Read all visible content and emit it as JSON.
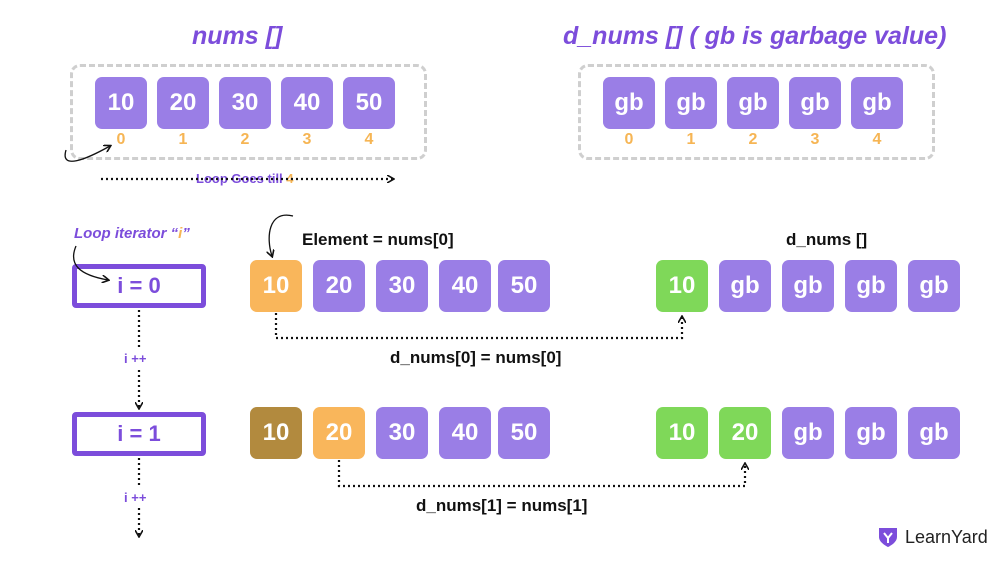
{
  "titles": {
    "nums": "nums []",
    "d_nums": "d_nums [] ( gb is garbage value)"
  },
  "top_nums": [
    "10",
    "20",
    "30",
    "40",
    "50"
  ],
  "top_d_nums": [
    "gb",
    "gb",
    "gb",
    "gb",
    "gb"
  ],
  "indices": [
    "0",
    "1",
    "2",
    "3",
    "4"
  ],
  "loop_note": {
    "prefix": "Loop Goes till ",
    "value": "4"
  },
  "iterator_label": {
    "prefix": "Loop iterator “",
    "var": "i",
    "suffix": "”"
  },
  "element_label": "Element = nums[0]",
  "d_nums_label": "d_nums []",
  "step0": {
    "iterator": "i = 0",
    "nums": [
      "10",
      "20",
      "30",
      "40",
      "50"
    ],
    "d_nums": [
      "10",
      "gb",
      "gb",
      "gb",
      "gb"
    ],
    "assignment": "d_nums[0] =  nums[0]"
  },
  "increment_1": "i ++",
  "step1": {
    "iterator": "i = 1",
    "nums": [
      "10",
      "20",
      "30",
      "40",
      "50"
    ],
    "d_nums": [
      "10",
      "20",
      "gb",
      "gb",
      "gb"
    ],
    "assignment": "d_nums[1] =  nums[1]"
  },
  "increment_2": "i ++",
  "brand": {
    "name": "LearnYard",
    "logo": "learnyard-shield-logo"
  },
  "colors": {
    "purple": "#9a7ee6",
    "title_purple": "#7c4ddb",
    "orange": "#f9b65b",
    "green": "#7fd859",
    "brown": "#b28a3e",
    "dash_gray": "#cfcfcf"
  }
}
